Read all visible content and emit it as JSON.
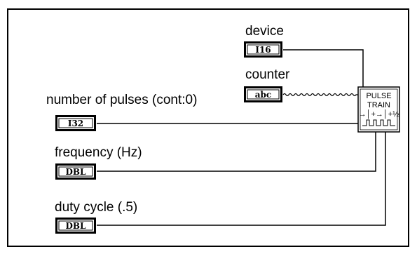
{
  "diagram": {
    "controls": {
      "device": {
        "label": "device",
        "type": "I16"
      },
      "counter": {
        "label": "counter",
        "type": "abc"
      },
      "number_of_pulses": {
        "label": "number of pulses (cont:0)",
        "type": "I32"
      },
      "frequency": {
        "label": "frequency  (Hz)",
        "type": "DBL"
      },
      "duty_cycle": {
        "label": "duty cycle (.5)",
        "type": "DBL"
      }
    },
    "vi": {
      "line1": "PULSE",
      "line2": "TRAIN",
      "line3": "→│+→│+½"
    }
  }
}
